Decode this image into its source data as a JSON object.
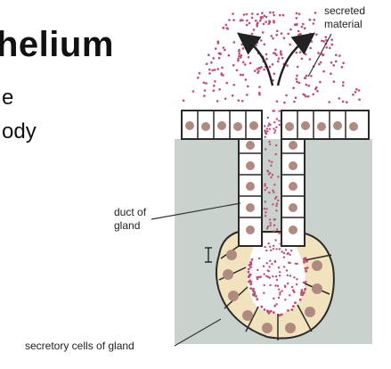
{
  "slide": {
    "title_fragment": "helium",
    "line1_fragment": "e",
    "line2_fragment": "ody"
  },
  "diagram": {
    "label_secreted_line1": "secreted",
    "label_secreted_line2": "material",
    "label_duct_line1": "duct of",
    "label_duct_line2": "gland",
    "label_secretory": "secretory cells of gland"
  },
  "colors": {
    "tissue": "#c9d2cc",
    "cell_nucleus": "#b08a7e",
    "secretory_cell": "#f0e3bd",
    "secretion_dot": "#c24b72",
    "outline": "#2a2a2a"
  },
  "icons": {
    "cursor": "i-beam-cursor-icon"
  }
}
